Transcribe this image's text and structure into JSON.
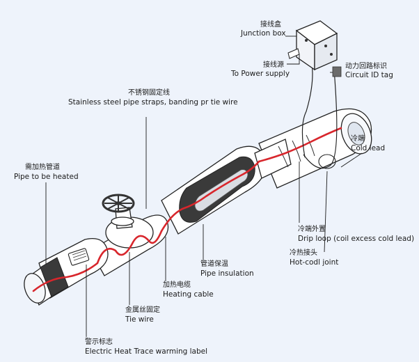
{
  "labels": {
    "junction_box": {
      "cn": "接线盒",
      "en": "Junction box"
    },
    "power_supply": {
      "cn": "接线源",
      "en": "To Power supply"
    },
    "circuit_id": {
      "cn": "动力回路标识",
      "en": "Circuit ID tag"
    },
    "pipe_straps": {
      "cn": "不锈钢固定线",
      "en": "Stainless steel pipe straps, banding pr tie wire"
    },
    "cold_lead": {
      "cn": "冷端",
      "en": "Cold lead"
    },
    "pipe_heated": {
      "cn": "需加热管道",
      "en": "Pipe to be heated"
    },
    "drip_loop": {
      "cn": "冷端外置",
      "en": "Drip loop (coil excess cold lead)"
    },
    "hot_cold_joint": {
      "cn": "冷热接头",
      "en": "Hot-codl joint"
    },
    "pipe_insulation": {
      "cn": "管道保温",
      "en": "Pipe insulation"
    },
    "heating_cable": {
      "cn": "加热电缆",
      "en": "Heating cable"
    },
    "tie_wire": {
      "cn": "金属丝固定",
      "en": "Tie wire"
    },
    "warning_label": {
      "cn": "警示标志",
      "en": "Electric Heat Trace warming label"
    }
  },
  "colors": {
    "background": "#eef3fb",
    "insulation": "#ffffff",
    "pipe_core": "#3a3a3a",
    "heating_cable": "#d8262c",
    "text": "#1a1a1a"
  }
}
